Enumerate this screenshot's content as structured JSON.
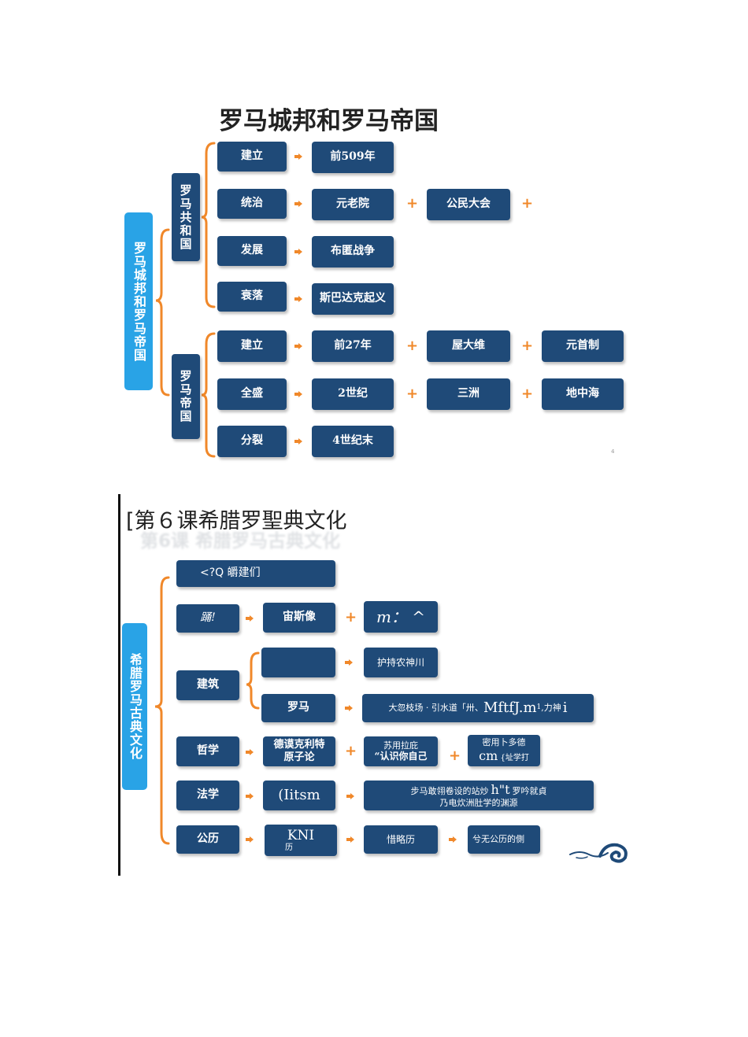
{
  "section1": {
    "title": "罗马城邦和罗马帝国",
    "main_label": "罗马城邦和罗马帝国",
    "republic": {
      "label": "罗马共和国",
      "rows": [
        {
          "head": "建立",
          "items": [
            "前509年"
          ]
        },
        {
          "head": "统治",
          "items": [
            "元老院",
            "公民大会"
          ]
        },
        {
          "head": "发展",
          "items": [
            "布匿战争"
          ]
        },
        {
          "head": "衰落",
          "items": [
            "斯巴达克起义"
          ]
        }
      ]
    },
    "empire": {
      "label": "罗马帝国",
      "rows": [
        {
          "head": "建立",
          "items": [
            "前27年",
            "屋大维",
            "元首制"
          ]
        },
        {
          "head": "全盛",
          "items": [
            "2世纪",
            "三洲",
            "地中海"
          ]
        },
        {
          "head": "分裂",
          "items": [
            "4世纪末"
          ]
        }
      ]
    },
    "page_number": "4"
  },
  "section2": {
    "title": "[第６课希腊罗聖典文化",
    "ghost_title": "第6课    希腊罗马古典文化",
    "main_label": "希腊罗马古典文化",
    "row1": {
      "head": "<?Q 皭建们"
    },
    "row2": {
      "head": "踊!",
      "mid": "宙斯像",
      "right": "m：  ^"
    },
    "architecture": {
      "head": "建筑",
      "sub1": {
        "mid": "",
        "right": "护持农神川"
      },
      "sub2": {
        "mid": "罗马",
        "right_a": "大忽枝场 · 引水道「卅、",
        "right_b": "MftfJ.m",
        "right_sup": "1",
        "right_c": ",力神",
        "right_d": "i"
      }
    },
    "philosophy": {
      "head": "哲学",
      "mid_line1": "德谟克利特",
      "mid_line2": "原子论",
      "right1_line1": "苏用拉庇",
      "right1_line2": "“认识你自己",
      "right2_line1": "密用卜多德",
      "right2_big": "cm",
      "right2_small": "{址学打"
    },
    "law": {
      "head": "法学",
      "mid": "(Iitsm",
      "right_line1a": "步马敢翎卷设的站炒",
      "right_line1b": "h\"t",
      "right_line1c": "罗吟就貞",
      "right_line2": "乃电炊洲肚学的渊源"
    },
    "calendar": {
      "head": "公历",
      "mid_big": "KNI",
      "mid_small": "历",
      "right1": "惜略历",
      "right2": "兮无公历的側"
    }
  },
  "colors": {
    "box": "#1f4a78",
    "main": "#29a3e6",
    "accent": "#f0882a"
  }
}
